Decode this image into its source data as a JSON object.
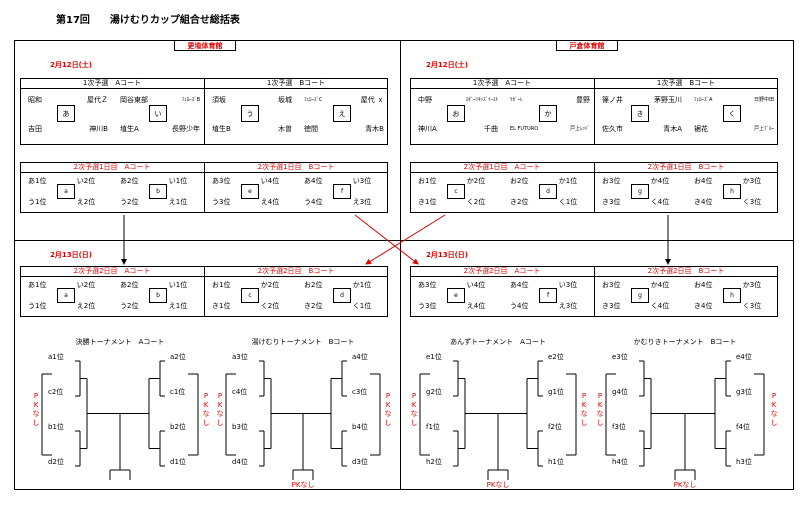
{
  "title": "第17回　　湯けむりカップ組合せ総括表",
  "venues": {
    "left": "更埴体育館",
    "right": "戸倉体育館"
  },
  "dates": {
    "d1": "2月12日(土)",
    "d2": "2月13日(日)"
  },
  "pk": "PKなし",
  "pk_v": [
    "P",
    "K",
    "な",
    "し"
  ],
  "r1": {
    "la": {
      "header": "1次予選　Aコート",
      "g1": {
        "tl": "昭和",
        "tr": "屋代Ｚ",
        "bl": "吉田",
        "br": "神川B",
        "label": "あ"
      },
      "g2": {
        "tl": "岡谷東部",
        "tr": "ﾌｪﾛｰｽﾞB",
        "bl": "埴生A",
        "br": "長野少年",
        "label": "い"
      }
    },
    "lb": {
      "header": "1次予選　Bコート",
      "g1": {
        "tl": "須坂",
        "tr": "坂城",
        "bl": "埴生B",
        "br": "木曽",
        "label": "う"
      },
      "g2": {
        "tl": "ﾌｪﾛｰｽﾞC",
        "tr": "屋代 ｘ",
        "bl": "徳間",
        "br": "青木B",
        "label": "え"
      }
    },
    "ra": {
      "header": "1次予選　Aコート",
      "g1": {
        "tl": "中野",
        "tr": "ｽﾎﾟｰﾂｷｯｽﾞｲｰｽﾄ",
        "bl": "神川A",
        "br": "千曲",
        "label": "お"
      },
      "g2": {
        "tl": "ﾘｶﾞｰﾚ",
        "tr": "豊野",
        "bl": "EL FUTURO",
        "br": "戸上ﾚｯﾄﾞ",
        "label": "か"
      }
    },
    "rb": {
      "header": "1次予選　Bコート",
      "g1": {
        "tl": "篠ノ井",
        "tr": "茅野玉川",
        "bl": "佐久市",
        "br": "青木A",
        "label": "き"
      },
      "g2": {
        "tl": "ﾌｪﾛｰｽﾞA",
        "tr": "日野中田",
        "bl": "裾花",
        "br": "戸上ﾌﾞﾙｰ",
        "label": "く"
      }
    }
  },
  "r2d1": {
    "la": {
      "header": "2次予選1日目　Aコート",
      "g1": {
        "tl": "あ1位",
        "tr": "い2位",
        "bl": "う1位",
        "br": "え2位",
        "label": "a"
      },
      "g2": {
        "tl": "あ2位",
        "tr": "い1位",
        "bl": "う2位",
        "br": "え1位",
        "label": "b"
      }
    },
    "lb": {
      "header": "2次予選1日目　Bコート",
      "g1": {
        "tl": "あ3位",
        "tr": "い4位",
        "bl": "う3位",
        "br": "え4位",
        "label": "e"
      },
      "g2": {
        "tl": "あ4位",
        "tr": "い3位",
        "bl": "う4位",
        "br": "え3位",
        "label": "f"
      }
    },
    "ra": {
      "header": "2次予選1日目　Aコート",
      "g1": {
        "tl": "お1位",
        "tr": "か2位",
        "bl": "き1位",
        "br": "く2位",
        "label": "c"
      },
      "g2": {
        "tl": "お2位",
        "tr": "か1位",
        "bl": "き2位",
        "br": "く1位",
        "label": "d"
      }
    },
    "rb": {
      "header": "2次予選1日目　Bコート",
      "g1": {
        "tl": "お3位",
        "tr": "か4位",
        "bl": "き3位",
        "br": "く4位",
        "label": "g"
      },
      "g2": {
        "tl": "お4位",
        "tr": "か3位",
        "bl": "き4位",
        "br": "く3位",
        "label": "h"
      }
    }
  },
  "r2d2": {
    "la": {
      "header": "2次予選2日目　Aコート",
      "g1": {
        "tl": "あ1位",
        "tr": "い2位",
        "bl": "う1位",
        "br": "え2位",
        "label": "a"
      },
      "g2": {
        "tl": "あ2位",
        "tr": "い1位",
        "bl": "う2位",
        "br": "え1位",
        "label": "b"
      }
    },
    "lb": {
      "header": "2次予選2日目　Bコート",
      "g1": {
        "tl": "お1位",
        "tr": "か2位",
        "bl": "き1位",
        "br": "く2位",
        "label": "c"
      },
      "g2": {
        "tl": "お2位",
        "tr": "か1位",
        "bl": "き2位",
        "br": "く1位",
        "label": "d"
      }
    },
    "ra": {
      "header": "2次予選2日目　Aコート",
      "g1": {
        "tl": "あ3位",
        "tr": "い4位",
        "bl": "う3位",
        "br": "え4位",
        "label": "e"
      },
      "g2": {
        "tl": "あ4位",
        "tr": "い3位",
        "bl": "う4位",
        "br": "え3位",
        "label": "f"
      }
    },
    "rb": {
      "header": "2次予選2日目　Bコート",
      "g1": {
        "tl": "お3位",
        "tr": "か4位",
        "bl": "き3位",
        "br": "く4位",
        "label": "g"
      },
      "g2": {
        "tl": "お4位",
        "tr": "か3位",
        "bl": "き4位",
        "br": "く3位",
        "label": "h"
      }
    }
  },
  "tournaments": {
    "t1": {
      "title": "決勝トーナメント　Aコート",
      "left": [
        "a1位",
        "c2位",
        "b1位",
        "d2位"
      ],
      "right": [
        "a2位",
        "c1位",
        "b2位",
        "d1位"
      ]
    },
    "t2": {
      "title": "湯けむりトーナメント　Bコート",
      "left": [
        "a3位",
        "c4位",
        "b3位",
        "d4位"
      ],
      "right": [
        "a4位",
        "c3位",
        "b4位",
        "d3位"
      ]
    },
    "t3": {
      "title": "あんずトーナメント　Aコート",
      "left": [
        "e1位",
        "g2位",
        "f1位",
        "h2位"
      ],
      "right": [
        "e2位",
        "g1位",
        "f2位",
        "h1位"
      ]
    },
    "t4": {
      "title": "かむりきトーナメント　Bコート",
      "left": [
        "e3位",
        "g4位",
        "f3位",
        "h4位"
      ],
      "right": [
        "e4位",
        "g3位",
        "f4位",
        "h3位"
      ]
    }
  }
}
